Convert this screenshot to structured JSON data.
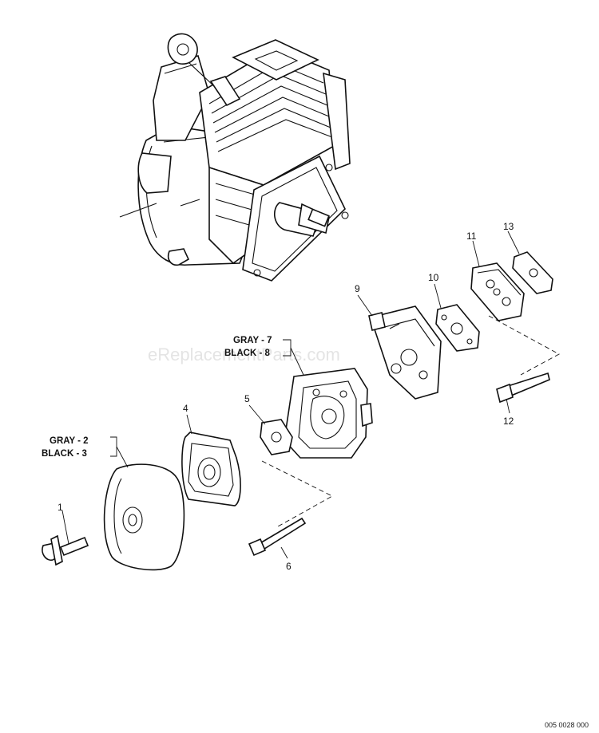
{
  "watermark": "eReplacementParts.com",
  "drawing_code": "005 0028 000",
  "callouts": [
    {
      "id": "1",
      "text": "1"
    },
    {
      "id": "4",
      "text": "4"
    },
    {
      "id": "5",
      "text": "5"
    },
    {
      "id": "6",
      "text": "6"
    },
    {
      "id": "9",
      "text": "9"
    },
    {
      "id": "10",
      "text": "10"
    },
    {
      "id": "11",
      "text": "11"
    },
    {
      "id": "12",
      "text": "12"
    },
    {
      "id": "13",
      "text": "13"
    }
  ],
  "color_groups": [
    {
      "gray": "GRAY - 2",
      "black": "BLACK - 3"
    },
    {
      "gray": "GRAY - 7",
      "black": "BLACK - 8"
    }
  ]
}
